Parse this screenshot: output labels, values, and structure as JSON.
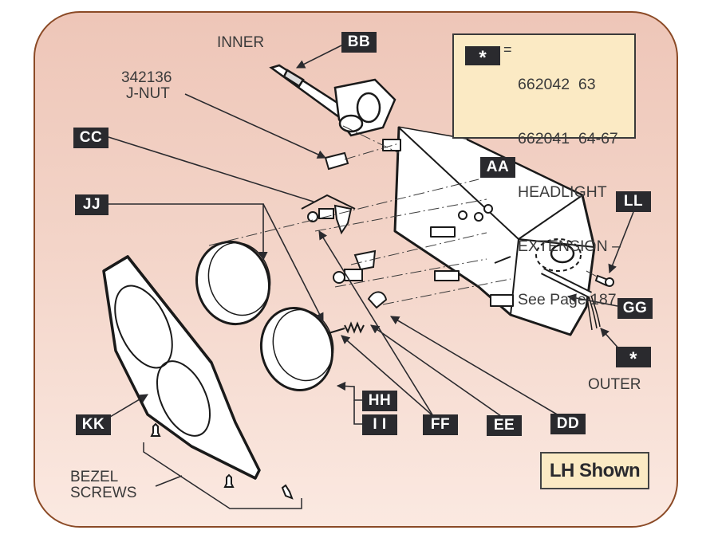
{
  "diagram": {
    "title": "Headlight assembly exploded view",
    "callouts": {
      "AA": "AA",
      "BB": "BB",
      "CC": "CC",
      "DD": "DD",
      "EE": "EE",
      "FF": "FF",
      "GG": "GG",
      "HH": "HH",
      "II": "I I",
      "JJ": "JJ",
      "KK": "KK",
      "LL": "LL",
      "star": "*"
    },
    "text_labels": {
      "inner": "INNER",
      "outer": "OUTER",
      "jnut_part": "342136",
      "jnut_name": "J-NUT",
      "bezel_line1": "BEZEL",
      "bezel_line2": "SCREWS"
    },
    "legend": {
      "symbol": "*",
      "equals": "=",
      "lines": [
        "662042  63",
        "662041  64-67",
        "HEADLIGHT",
        "EXTENSION –",
        "See Page 187"
      ]
    },
    "view_note": "LH Shown",
    "colors": {
      "frame_border": "#8b4a26",
      "background_top": "#eec6b8",
      "background_bottom": "#fbe9e1",
      "callout_bg": "#2a2a2e",
      "note_bg": "#fbeac4"
    }
  }
}
